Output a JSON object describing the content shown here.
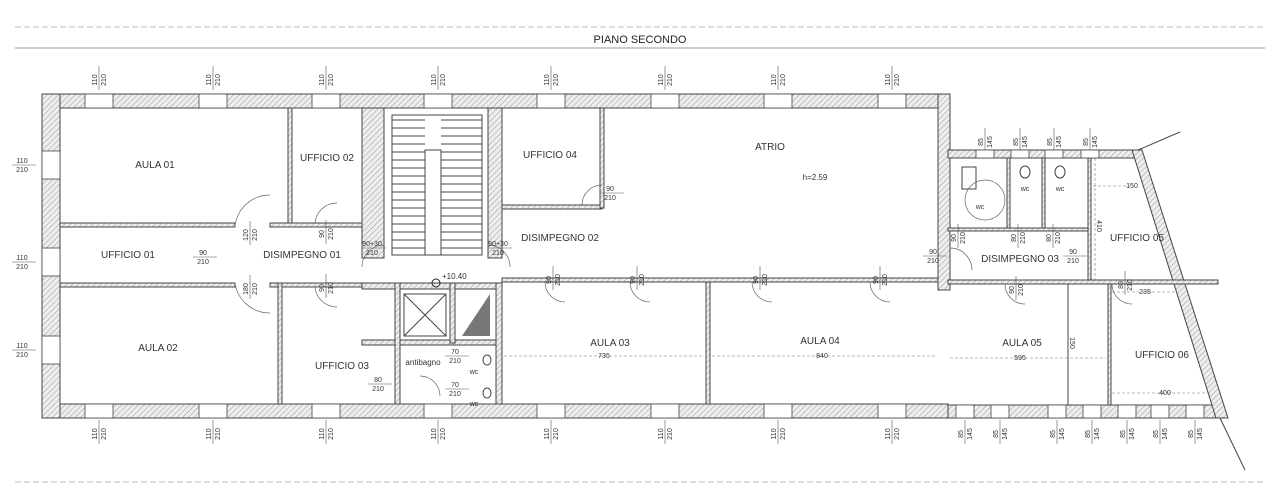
{
  "title": "PIANO SECONDO",
  "rooms": {
    "aula01": "AULA 01",
    "ufficio02": "UFFICIO 02",
    "ufficio04": "UFFICIO 04",
    "atrio": "ATRIO",
    "atrio_height": "h=2.59",
    "ufficio01": "UFFICIO 01",
    "disimpegno01": "DISIMPEGNO 01",
    "disimpegno02": "DISIMPEGNO 02",
    "disimpegno03": "DISIMPEGNO 03",
    "ufficio05": "UFFICIO 05",
    "aula02": "AULA 02",
    "ufficio03": "UFFICIO 03",
    "antibagno": "antibagno",
    "aula03": "AULA 03",
    "aula04": "AULA 04",
    "aula05": "AULA 05",
    "ufficio06": "UFFICIO 06",
    "wc": "wc",
    "level": "+10.40"
  },
  "dimensions": {
    "aula03_width": "735",
    "aula04_width": "840",
    "aula05_width": "595",
    "ufficio06_width": "400",
    "ufficio05_width": "150",
    "ufficio05_depth": "410",
    "ufficio06_top": "235",
    "aula05_depth": "150"
  },
  "window_tags": {
    "main": {
      "w": "110",
      "h": "210"
    },
    "annex": {
      "w": "85",
      "h": "145"
    }
  },
  "door_tags": {
    "d90": {
      "w": "90",
      "h": "210"
    },
    "d80": {
      "w": "80",
      "h": "210"
    },
    "d70": {
      "w": "70",
      "h": "210"
    },
    "d120": {
      "w": "120",
      "h": "210"
    },
    "d180": {
      "w": "180",
      "h": "210"
    },
    "d90p30": {
      "w": "90+30",
      "h": "210"
    }
  }
}
